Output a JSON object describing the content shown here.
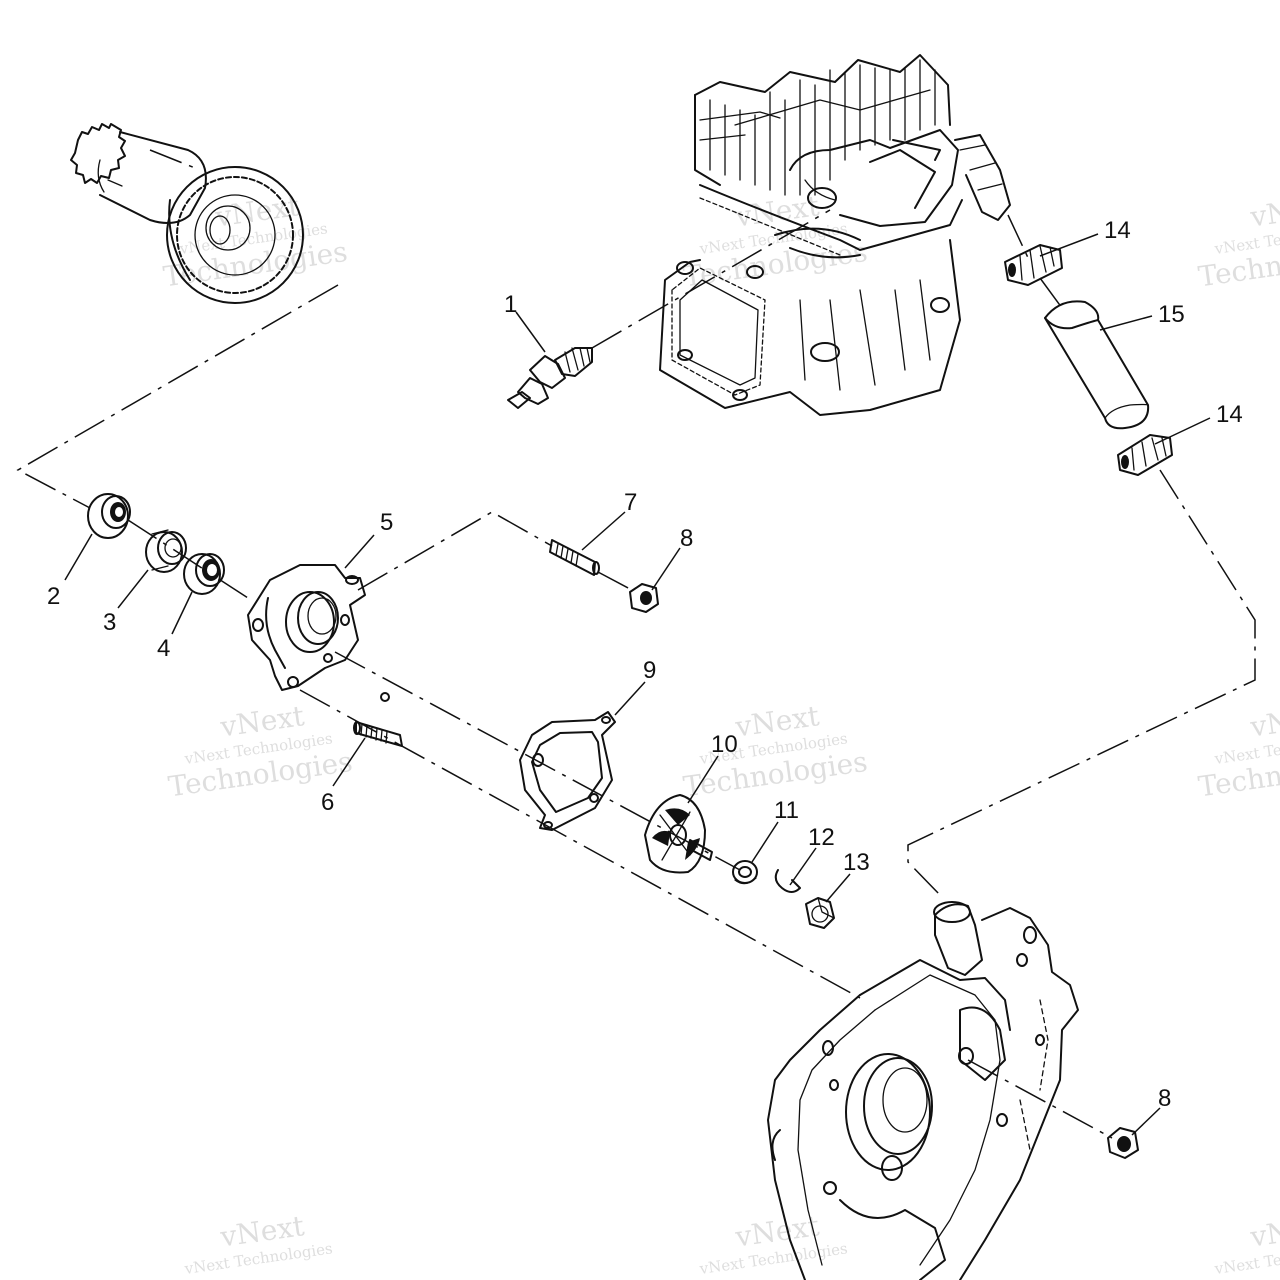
{
  "callouts": [
    {
      "id": "1",
      "text": "1"
    },
    {
      "id": "2",
      "text": "2"
    },
    {
      "id": "3",
      "text": "3"
    },
    {
      "id": "4",
      "text": "4"
    },
    {
      "id": "5",
      "text": "5"
    },
    {
      "id": "6",
      "text": "6"
    },
    {
      "id": "7",
      "text": "7"
    },
    {
      "id": "8a",
      "text": "8"
    },
    {
      "id": "8b",
      "text": "8"
    },
    {
      "id": "9",
      "text": "9"
    },
    {
      "id": "10",
      "text": "10"
    },
    {
      "id": "11",
      "text": "11"
    },
    {
      "id": "12",
      "text": "12"
    },
    {
      "id": "13",
      "text": "13"
    },
    {
      "id": "14a",
      "text": "14"
    },
    {
      "id": "14b",
      "text": "14"
    },
    {
      "id": "15",
      "text": "15"
    }
  ],
  "watermark": {
    "brand": "vNext",
    "line1": "vNext Technologies",
    "line2": "Technologies"
  }
}
